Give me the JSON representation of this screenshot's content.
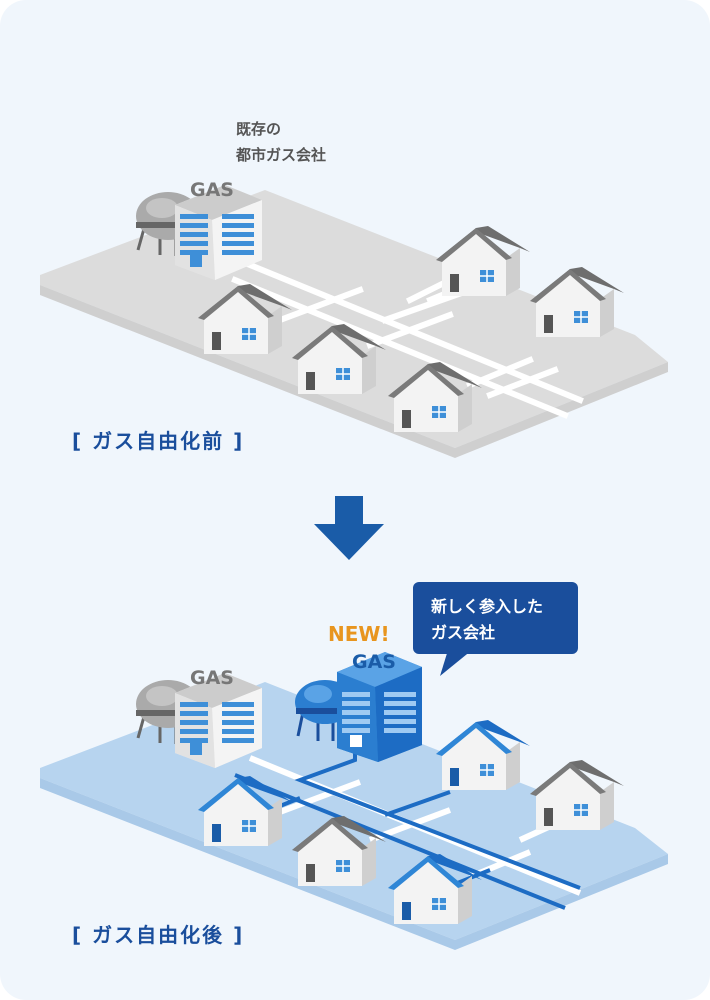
{
  "before": {
    "company_label_line1": "既存の",
    "company_label_line2": "都市ガス会社",
    "building_sign": "GAS",
    "caption": "[ ガス自由化前 ]"
  },
  "after": {
    "existing_building_sign": "GAS",
    "new_building_sign": "GAS",
    "new_badge": "NEW!",
    "bubble_line1": "新しく参入した",
    "bubble_line2": "ガス会社",
    "caption": "[ ガス自由化後 ]"
  },
  "colors": {
    "card_bg": "#f0f6fc",
    "platform_before": "#dcdcdc",
    "platform_after": "#b7d4ef",
    "accent_blue": "#1a4e9c",
    "house_blue": "#2f86d6",
    "new_badge": "#e8951e"
  }
}
